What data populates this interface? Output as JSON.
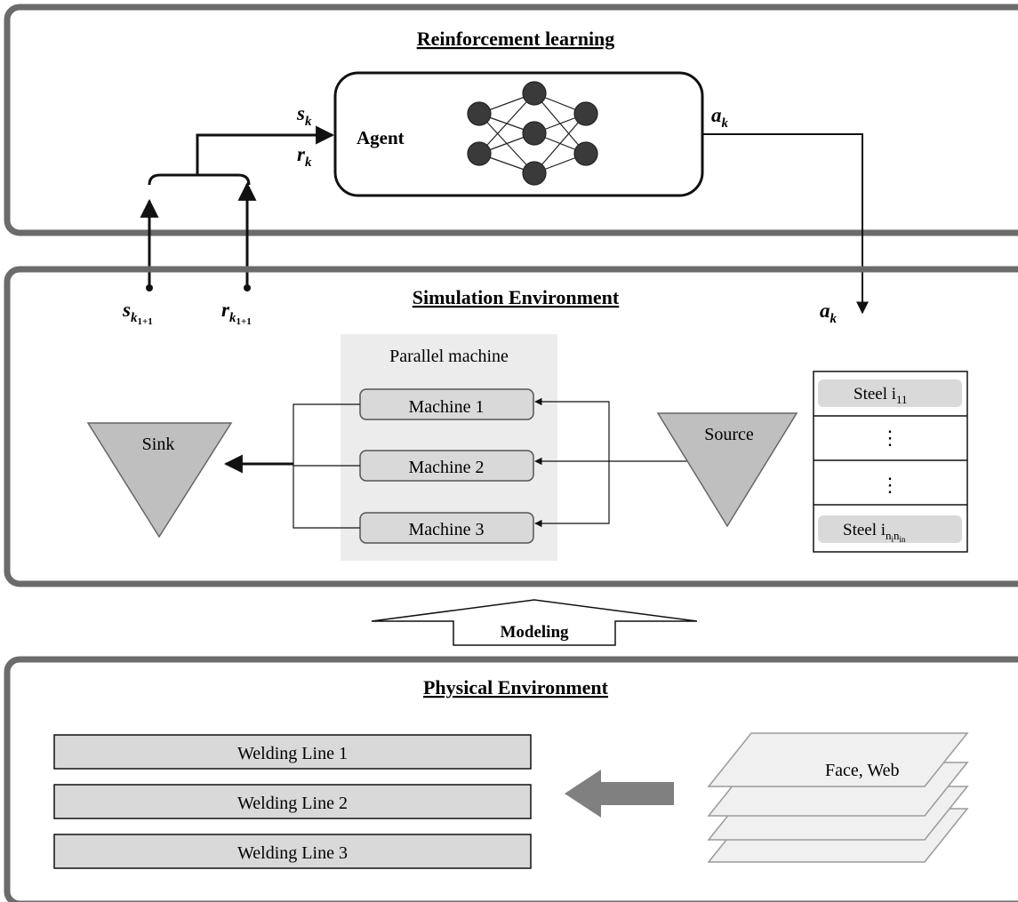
{
  "panels": {
    "rl": {
      "title": "Reinforcement learning"
    },
    "sim": {
      "title": "Simulation Environment"
    },
    "phys": {
      "title": "Physical Environment"
    }
  },
  "agent": {
    "label": "Agent"
  },
  "signals": {
    "state": "s",
    "state_sub": "k",
    "reward": "r",
    "reward_sub": "k",
    "action": "a",
    "action_sub": "k",
    "next_state": "s",
    "next_state_sub": "k",
    "next_state_subsub": "1+1",
    "next_reward": "r",
    "next_reward_sub": "k",
    "next_reward_subsub": "1+1"
  },
  "sim": {
    "parallel_label": "Parallel machine",
    "machines": [
      "Machine 1",
      "Machine 2",
      "Machine 3"
    ],
    "sink": "Sink",
    "source": "Source",
    "queue": {
      "first": "Steel i",
      "first_sub": "11",
      "ellipsis": "⋮",
      "last": "Steel i",
      "last_sub": "n",
      "last_subsub": "i",
      "last_sub2": "n",
      "last_sub2b": "in"
    }
  },
  "modeling": {
    "label": "Modeling"
  },
  "phys": {
    "lines": [
      "Welding Line 1",
      "Welding Line 2",
      "Welding Line 3"
    ],
    "sheets_label": "Face, Web"
  },
  "colors": {
    "panel_border": "#6b6b6b",
    "node": "#3a3a3a",
    "box_fill": "#d9d9d9",
    "triangle_fill": "#bfbfbf",
    "parallel_bg": "#ececec",
    "arrow_gray": "#808080",
    "sheet_fill": "#f0f0f0"
  }
}
